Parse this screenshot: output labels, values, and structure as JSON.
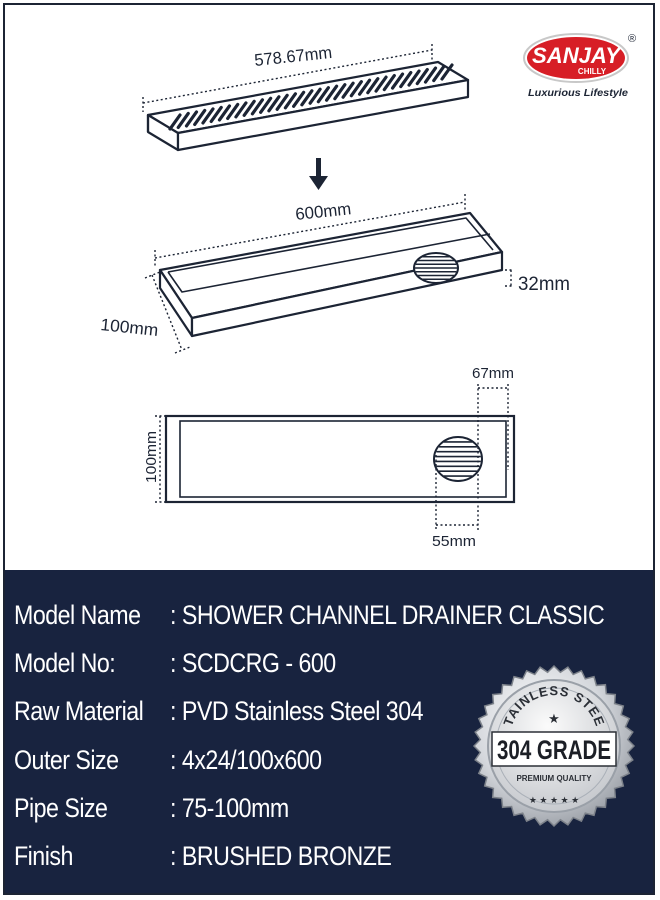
{
  "brand": {
    "name": "SANJAY",
    "sub": "CHILLY",
    "registered": "®",
    "tagline": "Luxurious Lifestyle",
    "color": "#d71e26"
  },
  "dimensions": {
    "top_length": "578.67mm",
    "channel_length": "600mm",
    "height": "32mm",
    "width": "100mm",
    "plan_width": "100mm",
    "plan_offset": "67mm",
    "hole_diameter": "55mm"
  },
  "specs": [
    {
      "label": "Model Name",
      "value": ": SHOWER CHANNEL DRAINER CLASSIC"
    },
    {
      "label": "Model No:",
      "value": ": SCDCRG - 600"
    },
    {
      "label": "Raw Material",
      "value": ": PVD Stainless Steel 304"
    },
    {
      "label": "Outer Size",
      "value": ": 4x24/100x600"
    },
    {
      "label": "Pipe Size",
      "value": ": 75-100mm"
    },
    {
      "label": "Finish",
      "value": ": BRUSHED BRONZE"
    }
  ],
  "badge": {
    "arc_text": "STAINLESS STEEL",
    "grade": "304 GRADE",
    "quality": "PREMIUM QUALITY",
    "stars": "★ ★ ★ ★ ★"
  },
  "colors": {
    "panel": "#18233f",
    "line": "#1c2434"
  }
}
